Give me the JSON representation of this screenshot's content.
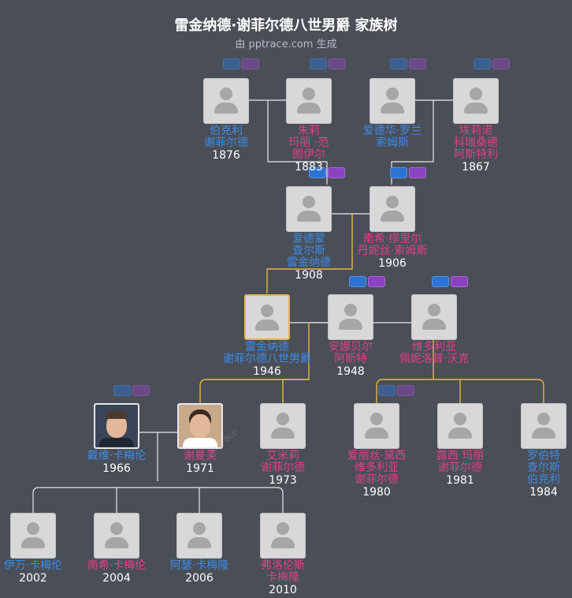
{
  "title": "雷金纳德·谢菲尔德八世男爵 家族树",
  "subtitle": "由 pptrace.com 生成",
  "watermark": "pptrace",
  "colors": {
    "male": "#3c8ce6",
    "female": "#e0408a",
    "highlight": "#e4b73f",
    "line": "#e8e8e8"
  },
  "people": {
    "p1": {
      "name": "伯克利\n谢菲尔德",
      "year": "1876",
      "gender": "male"
    },
    "p2": {
      "name": "朱莉\n玛丽 ·范\n图伊尔",
      "year": "1883",
      "gender": "female"
    },
    "p3": {
      "name": "爱德华·罗兰\n索姆斯",
      "year": "",
      "gender": "male"
    },
    "p4": {
      "name": "埃莉诺\n科瑞桑德\n阿斯特利",
      "year": "1867",
      "gender": "female"
    },
    "p5": {
      "name": "爱德蒙\n查尔斯\n雷金纳德",
      "year": "1908",
      "gender": "male"
    },
    "p6": {
      "name": "南希·缪里尔\n丹妮丝·索姆斯",
      "year": "1906",
      "gender": "female"
    },
    "p7": {
      "name": "雷金纳德\n谢菲尔德八世男爵",
      "year": "1946",
      "gender": "male"
    },
    "p8": {
      "name": "安娜贝尔\n阿斯特",
      "year": "1948",
      "gender": "female"
    },
    "p9": {
      "name": "维多利亚\n佩妮洛普·沃克",
      "year": "",
      "gender": "female"
    },
    "p10": {
      "name": "戴维·卡梅伦",
      "year": "1966",
      "gender": "male"
    },
    "p11": {
      "name": "谢曼芙",
      "year": "1971",
      "gender": "female"
    },
    "p12": {
      "name": "艾米莉\n谢菲尔德",
      "year": "1973",
      "gender": "female"
    },
    "p13": {
      "name": "爱丽丝·黛西\n维多利亚\n谢菲尔德",
      "year": "1980",
      "gender": "female"
    },
    "p14": {
      "name": "露西 玛丽\n谢菲尔德",
      "year": "1981",
      "gender": "female"
    },
    "p15": {
      "name": "罗伯特\n查尔斯\n伯克利",
      "year": "1984",
      "gender": "male"
    },
    "p16": {
      "name": "伊万·卡梅伦",
      "year": "2002",
      "gender": "male"
    },
    "p17": {
      "name": "南希·卡梅伦",
      "year": "2004",
      "gender": "female"
    },
    "p18": {
      "name": "阿瑟·卡梅隆",
      "year": "2006",
      "gender": "male"
    },
    "p19": {
      "name": "弗洛伦斯\n卡梅隆",
      "year": "2010",
      "gender": "female"
    }
  }
}
